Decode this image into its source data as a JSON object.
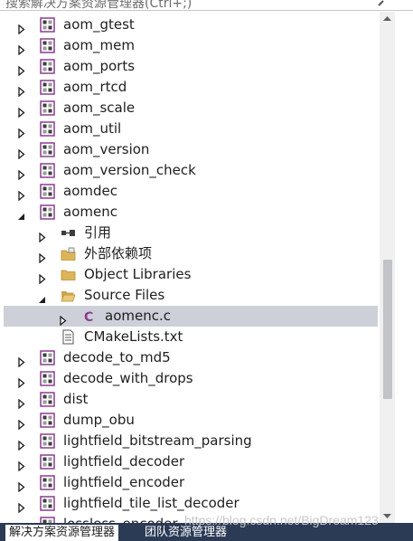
{
  "search": {
    "placeholder": "搜索解决方案资源管理器(Ctrl+;)"
  },
  "tree_items": [
    {
      "label": "aom_gtest",
      "icon": "project-icon",
      "expander": "collapsed",
      "indent": 0
    },
    {
      "label": "aom_mem",
      "icon": "project-icon",
      "expander": "collapsed",
      "indent": 0
    },
    {
      "label": "aom_ports",
      "icon": "project-icon",
      "expander": "collapsed",
      "indent": 0
    },
    {
      "label": "aom_rtcd",
      "icon": "project-icon",
      "expander": "collapsed",
      "indent": 0
    },
    {
      "label": "aom_scale",
      "icon": "project-icon",
      "expander": "collapsed",
      "indent": 0
    },
    {
      "label": "aom_util",
      "icon": "project-icon",
      "expander": "collapsed",
      "indent": 0
    },
    {
      "label": "aom_version",
      "icon": "project-icon",
      "expander": "collapsed",
      "indent": 0
    },
    {
      "label": "aom_version_check",
      "icon": "project-icon",
      "expander": "collapsed",
      "indent": 0
    },
    {
      "label": "aomdec",
      "icon": "project-icon",
      "expander": "collapsed",
      "indent": 0
    },
    {
      "label": "aomenc",
      "icon": "project-icon",
      "expander": "expanded",
      "indent": 0
    },
    {
      "label": "引用",
      "icon": "references-icon",
      "expander": "collapsed",
      "indent": 1
    },
    {
      "label": "外部依赖项",
      "icon": "external-deps-icon",
      "expander": "collapsed",
      "indent": 1
    },
    {
      "label": "Object Libraries",
      "icon": "folder-icon",
      "expander": "collapsed",
      "indent": 1
    },
    {
      "label": "Source Files",
      "icon": "open-folder-icon",
      "expander": "expanded",
      "indent": 1
    },
    {
      "label": "aomenc.c",
      "icon": "c-file-icon",
      "expander": "collapsed",
      "indent": 2,
      "selected": true
    },
    {
      "label": "CMakeLists.txt",
      "icon": "text-file-icon",
      "expander": "none",
      "indent": 1
    },
    {
      "label": "decode_to_md5",
      "icon": "project-icon",
      "expander": "collapsed",
      "indent": 0
    },
    {
      "label": "decode_with_drops",
      "icon": "project-icon",
      "expander": "collapsed",
      "indent": 0
    },
    {
      "label": "dist",
      "icon": "project-icon",
      "expander": "collapsed",
      "indent": 0
    },
    {
      "label": "dump_obu",
      "icon": "project-icon",
      "expander": "collapsed",
      "indent": 0
    },
    {
      "label": "lightfield_bitstream_parsing",
      "icon": "project-icon",
      "expander": "collapsed",
      "indent": 0
    },
    {
      "label": "lightfield_decoder",
      "icon": "project-icon",
      "expander": "collapsed",
      "indent": 0
    },
    {
      "label": "lightfield_encoder",
      "icon": "project-icon",
      "expander": "collapsed",
      "indent": 0
    },
    {
      "label": "lightfield_tile_list_decoder",
      "icon": "project-icon",
      "expander": "collapsed",
      "indent": 0
    },
    {
      "label": "lossless_encoder",
      "icon": "project-icon",
      "expander": "collapsed",
      "indent": 0
    }
  ],
  "tabs": [
    {
      "label": "解决方案资源管理器",
      "active": true
    },
    {
      "label": "团队资源管理器",
      "active": false
    }
  ],
  "watermark": "https://blog.csdn.net/BigDream123",
  "colors": {
    "selection": "#cdd0d9",
    "tab_bar": "#2b3a55",
    "project_icon_border": "#8a3d8f",
    "c_file_icon": "#8a3d8f",
    "folder": "#dcb45a"
  }
}
